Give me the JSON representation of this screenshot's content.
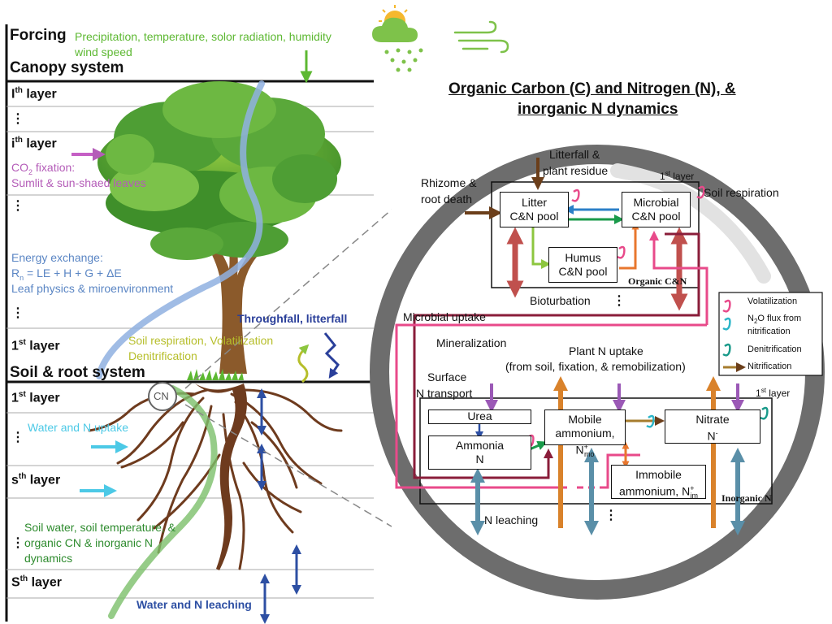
{
  "left": {
    "forcing_title": "Forcing",
    "forcing_text_line1": "Precipitation, temperature, solor radiation, humidity",
    "forcing_text_line2": "wind speed",
    "canopy_title": "Canopy system",
    "layer_I_base": "I",
    "layer_I_sup": "th",
    "layer_i_base": "i",
    "layer_i_sup": "th",
    "layer_suffix": " layer",
    "dots": "⋮",
    "co2_line1_a": "CO",
    "co2_line1_sub": "2",
    "co2_line1_b": " fixation:",
    "co2_line2": "Sumlit & sun-shaed leaves",
    "energy_line1": "Energy exchange:",
    "energy_line2_a": "R",
    "energy_line2_sub": "n",
    "energy_line2_b": " = LE + H + G + ΔE",
    "energy_line3": "Leaf physics & miroenvironment",
    "throughfall": "Throughfall, litterfall",
    "canopy_first_base": "1",
    "canopy_first_sup": "st",
    "soil_resp_line1": "Soil respiration, Volatilization",
    "soil_resp_line2": "Denitrification",
    "soil_title": "Soil & root system",
    "soil_first_base": "1",
    "soil_first_sup": "st",
    "cn_label": "CN",
    "water_uptake": "Water and N uptake",
    "layer_s_base": "s",
    "layer_s_sup": "th",
    "soil_water_line1": "Soil water, soil temperature, &",
    "soil_water_line2": "organic CN & inorganic N",
    "soil_water_line3": "dynamics",
    "layer_S_base": "S",
    "layer_S_sup": "th",
    "water_leaching": "Water and N leaching"
  },
  "right": {
    "title_line1": "Organic Carbon (C) and Nitrogen (N), &",
    "title_line2": "inorganic N dynamics",
    "litterfall_line1": "Litterfall &",
    "litterfall_line2": "plant residue",
    "rhizome_line1": "Rhizome &",
    "rhizome_line2": "root death",
    "first_layer_top_base": "1",
    "first_layer_top_sup": "st",
    "first_layer_suffix": " layer",
    "soil_respiration": "Soil respiration",
    "litter_pool_line1": "Litter",
    "litter_pool_line2": "C&N pool",
    "microbial_pool_line1": "Microbial",
    "microbial_pool_line2": "C&N pool",
    "humus_pool_line1": "Humus",
    "humus_pool_line2": "C&N pool",
    "organic_cn": "Organic C&N",
    "bioturbation": "Bioturbation",
    "dots": "⋮",
    "microbial_uptake": "Microbial uptake",
    "mineralization": "Mineralization",
    "plant_uptake_line1": "Plant N uptake",
    "plant_uptake_line2": "(from soil, fixation, & remobilization)",
    "surface_line1": "Surface",
    "surface_line2": "N transport",
    "first_layer_bottom_base": "1",
    "first_layer_bottom_sup": "st",
    "urea": "Urea",
    "ammonia_line1": "Ammonia",
    "ammonia_line2": "N",
    "mobile_line1": "Mobile",
    "mobile_line2_a": "ammonium, N",
    "mobile_line2_sup": "+",
    "mobile_line2_sub": "mo",
    "nitrate_line1": "Nitrate",
    "nitrate_line2_a": "N",
    "nitrate_line2_sup": "-",
    "immobile_line1": "Immobile",
    "immobile_line2_a": "ammonium, N",
    "immobile_line2_sup": "+",
    "immobile_line2_sub": "im",
    "inorganic_n": "Inorganic N",
    "n_leaching": "N leaching",
    "legend": {
      "volatilization": "Volatilization",
      "n2o_line1_a": "N",
      "n2o_line1_sub": "2",
      "n2o_line1_b": "O flux from",
      "n2o_line2": "nitrification",
      "denitrification": "Denitrification",
      "nitrification": "Nitrification"
    }
  },
  "colors": {
    "green_text": "#5db832",
    "purple_text": "#b45cb8",
    "blue_text": "#5b86c4",
    "navy": "#2a3f9a",
    "cyan": "#4cc9e6",
    "dark_green_text": "#2e8b2e",
    "olive": "#b6be2a",
    "leaching_blue": "#2d4fa3",
    "brown_arrow": "#6b3e1a",
    "dark_red": "#8a1d3a",
    "pink": "#e84a8a",
    "orange": "#d9822b",
    "teal_arrow": "#5a8fa8",
    "ring": "#6d6d6d"
  }
}
